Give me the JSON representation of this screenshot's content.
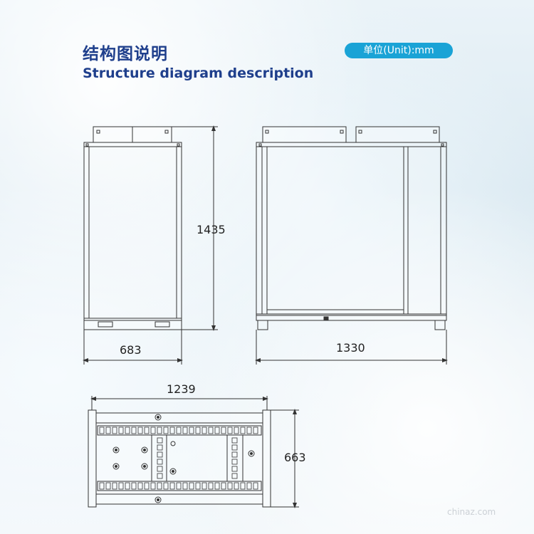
{
  "header": {
    "title_cn": "结构图说明",
    "title_en": "Structure diagram description",
    "unit": "单位(Unit):mm"
  },
  "dimensions": {
    "side_height": "1435",
    "side_width": "683",
    "front_width": "1330",
    "top_length": "1239",
    "top_depth": "663"
  },
  "watermark": "chinaz.com",
  "colors": {
    "title": "#1f3f8c",
    "badge": "#1aa3d6",
    "line": "#333333"
  }
}
